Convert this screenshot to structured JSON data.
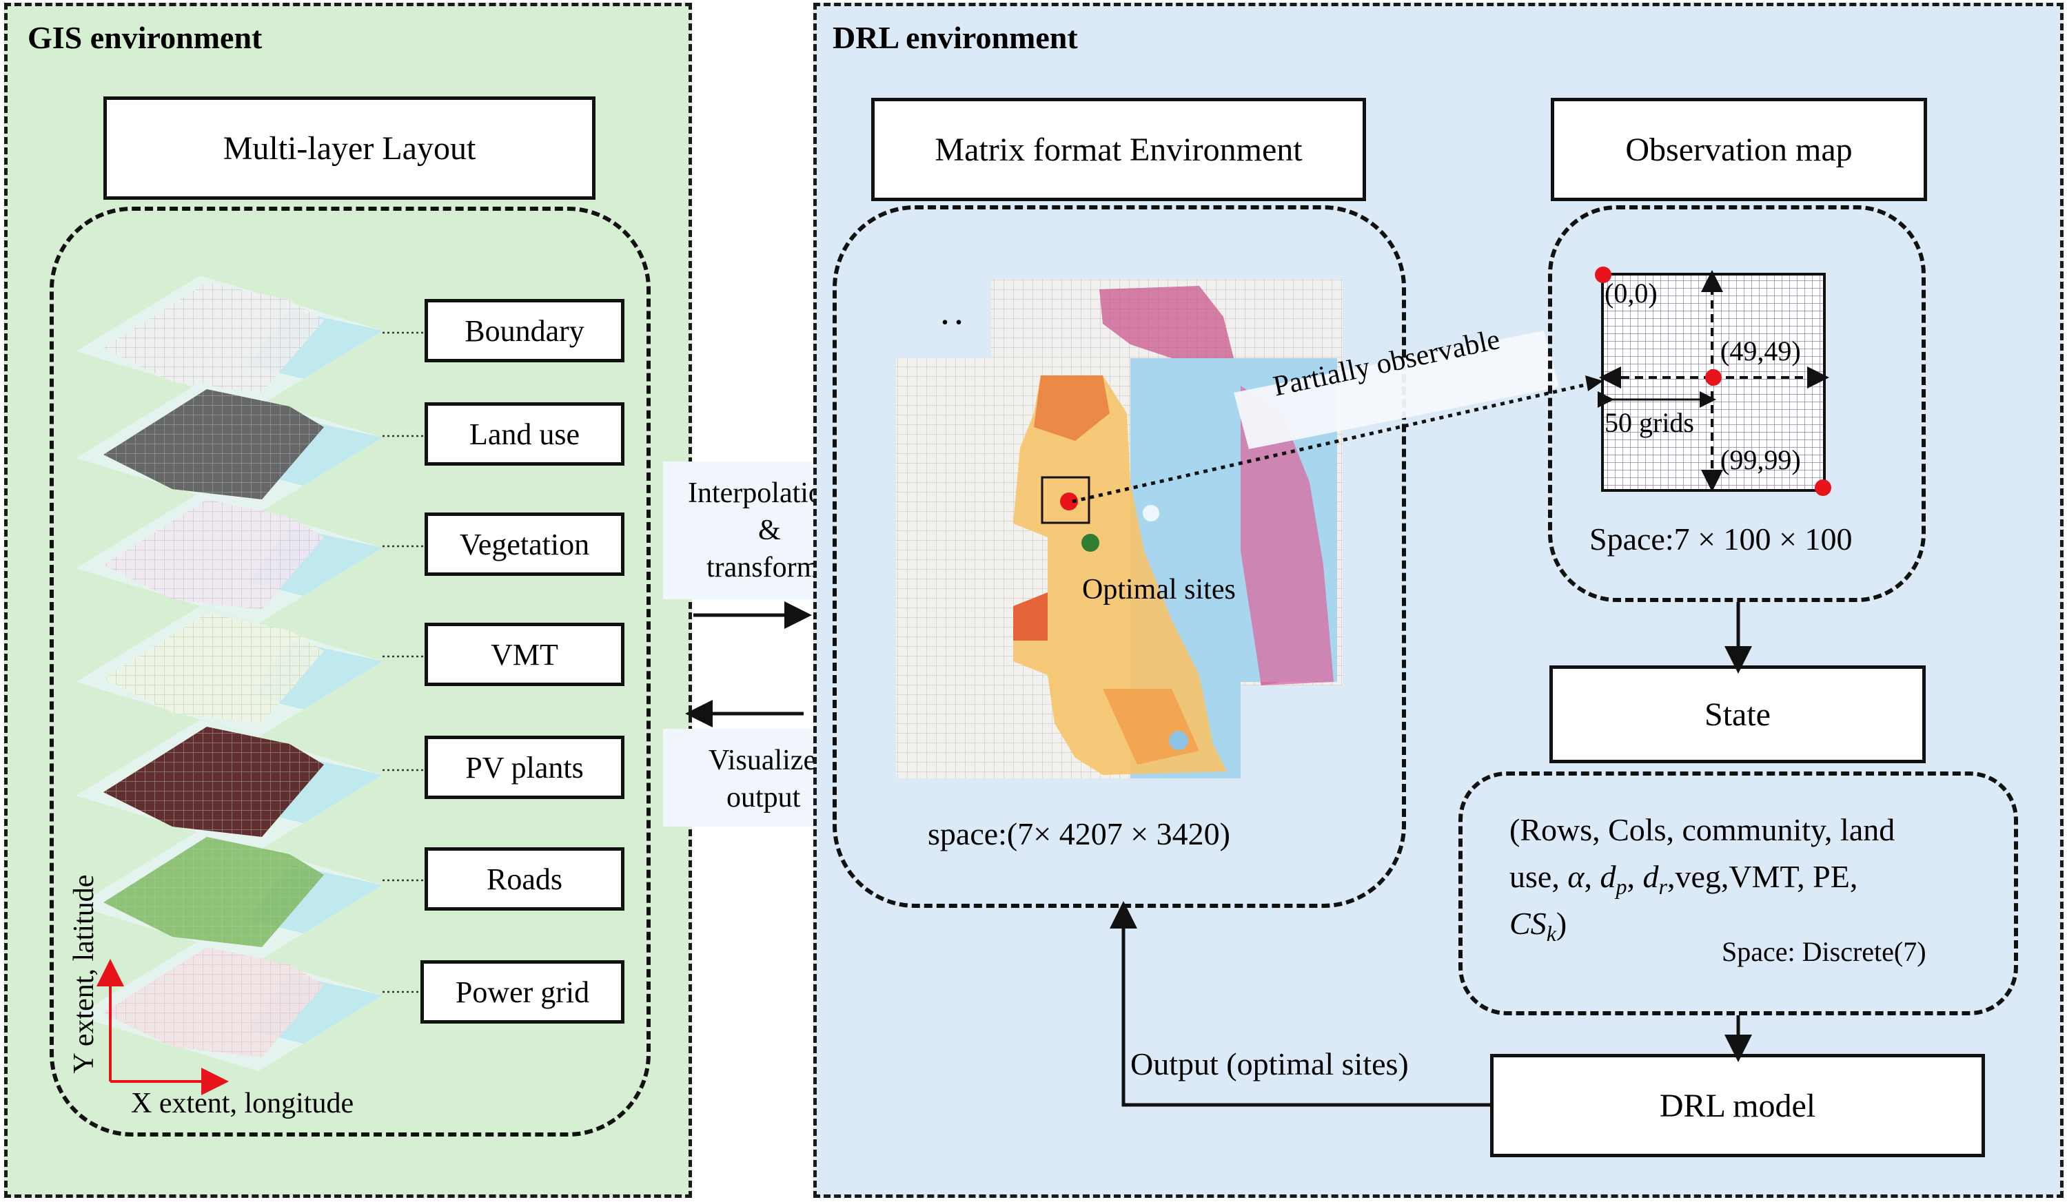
{
  "gis": {
    "title": "GIS environment",
    "layout_box": "Multi-layer Layout",
    "layers": [
      "Boundary",
      "Land use",
      "Vegetation",
      "VMT",
      "PV plants",
      "Roads",
      "Power grid"
    ],
    "axis_y": "Y extent, latitude",
    "axis_x": "X extent, longitude"
  },
  "middle": {
    "interp_line1": "Interpolation",
    "interp_line2": "&",
    "interp_line3": "transform",
    "visual_line1": "Visualize",
    "visual_line2": "output"
  },
  "drl": {
    "title": "DRL environment",
    "matrix_box": "Matrix format Environment",
    "ellipsis": "..",
    "optimal_sites": "Optimal sites",
    "partially_observable": "Partially observable",
    "matrix_space": "space:(7× 4207 × 3420)",
    "observation_box": "Observation map",
    "coord_origin": "(0,0)",
    "coord_center": "(49,49)",
    "coord_end": "(99,99)",
    "grids_label": "50 grids",
    "obs_space": "Space:7 × 100 × 100",
    "state_box": "State",
    "state_line1": "(Rows, Cols, community, land",
    "state_line2_pre": "use, ",
    "state_alpha": "α",
    "state_sep1": ", ",
    "state_dp": "d",
    "state_dp_sub": "p",
    "state_sep2": ", ",
    "state_dr": "d",
    "state_dr_sub": "r",
    "state_line2_post": ",veg,VMT, PE,",
    "state_cs": "CS",
    "state_cs_sub": "k",
    "state_close": ")",
    "state_space": "Space: Discrete(7)",
    "model_box": "DRL model",
    "output_label": "Output (optimal sites)"
  },
  "colors": {
    "gis_bg": "#d6efd2",
    "drl_bg": "#dce9f6",
    "red_point": "#e8141b",
    "green_point": "#2e7d32",
    "axis_red": "#e8141b"
  }
}
